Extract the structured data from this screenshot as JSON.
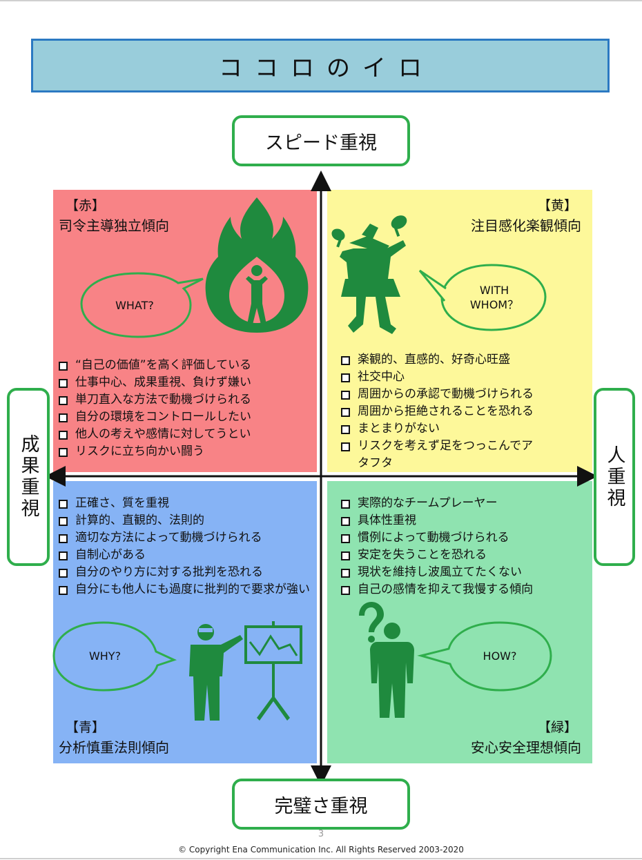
{
  "title": "ココロのイロ",
  "axes": {
    "top": "スピード重視",
    "bottom": "完璧さ重視",
    "left": "成果重視",
    "right": "人重視"
  },
  "quadrants": {
    "red": {
      "tag": "【赤】",
      "name": "司令主導独立傾向",
      "question": "WHAT?",
      "icon": "flame-person-icon",
      "color": "#f88386",
      "traits": [
        "“自己の価値”を高く評価している",
        "仕事中心、成果重視、負けず嫌い",
        "単刀直入な方法で動機づけられる",
        "自分の環境をコントロールしたい",
        "他人の考えや感情に対してうとい",
        "リスクに立ち向かい闘う"
      ]
    },
    "yellow": {
      "tag": "【黄】",
      "name": "注目感化楽観傾向",
      "question_line1": "WITH",
      "question_line2": "WHOM？",
      "icon": "maracas-dancer-icon",
      "color": "#fdf89a",
      "traits": [
        "楽観的、直感的、好奇心旺盛",
        "社交中心",
        "周囲からの承認で動機づけられる",
        "周囲から拒絶されることを恐れる",
        "まとまりがない",
        "リスクを考えず足をつっこんでアタフタ"
      ]
    },
    "blue": {
      "tag": "【青】",
      "name": "分析慎重法則傾向",
      "question": "WHY?",
      "icon": "presenter-chart-icon",
      "color": "#86b3f5",
      "traits": [
        "正確さ、質を重視",
        "計算的、直観的、法則的",
        "適切な方法によって動機づけられる",
        "自制心がある",
        "自分のやり方に対する批判を恐れる",
        "自分にも他人にも過度に批判的で要求が強い"
      ]
    },
    "green": {
      "tag": "【緑】",
      "name": "安心安全理想傾向",
      "question": "HOW?",
      "icon": "question-person-icon",
      "color": "#8fe3b0",
      "traits": [
        "実際的なチームプレーヤー",
        "具体性重視",
        "慣例によって動機づけられる",
        "安定を失うことを恐れる",
        "現状を維持し波風立てたくない",
        "自己の感情を抑えて我慢する傾向"
      ]
    }
  },
  "colors": {
    "accent_green": "#2fae4c",
    "icon_green": "#1f8a3e",
    "title_bg": "#99cddb",
    "title_border": "#2b79c2"
  },
  "footer": {
    "page": "3",
    "copyright": "© Copyright Ena Communication Inc. All Rights Reserved 2003-2020"
  }
}
